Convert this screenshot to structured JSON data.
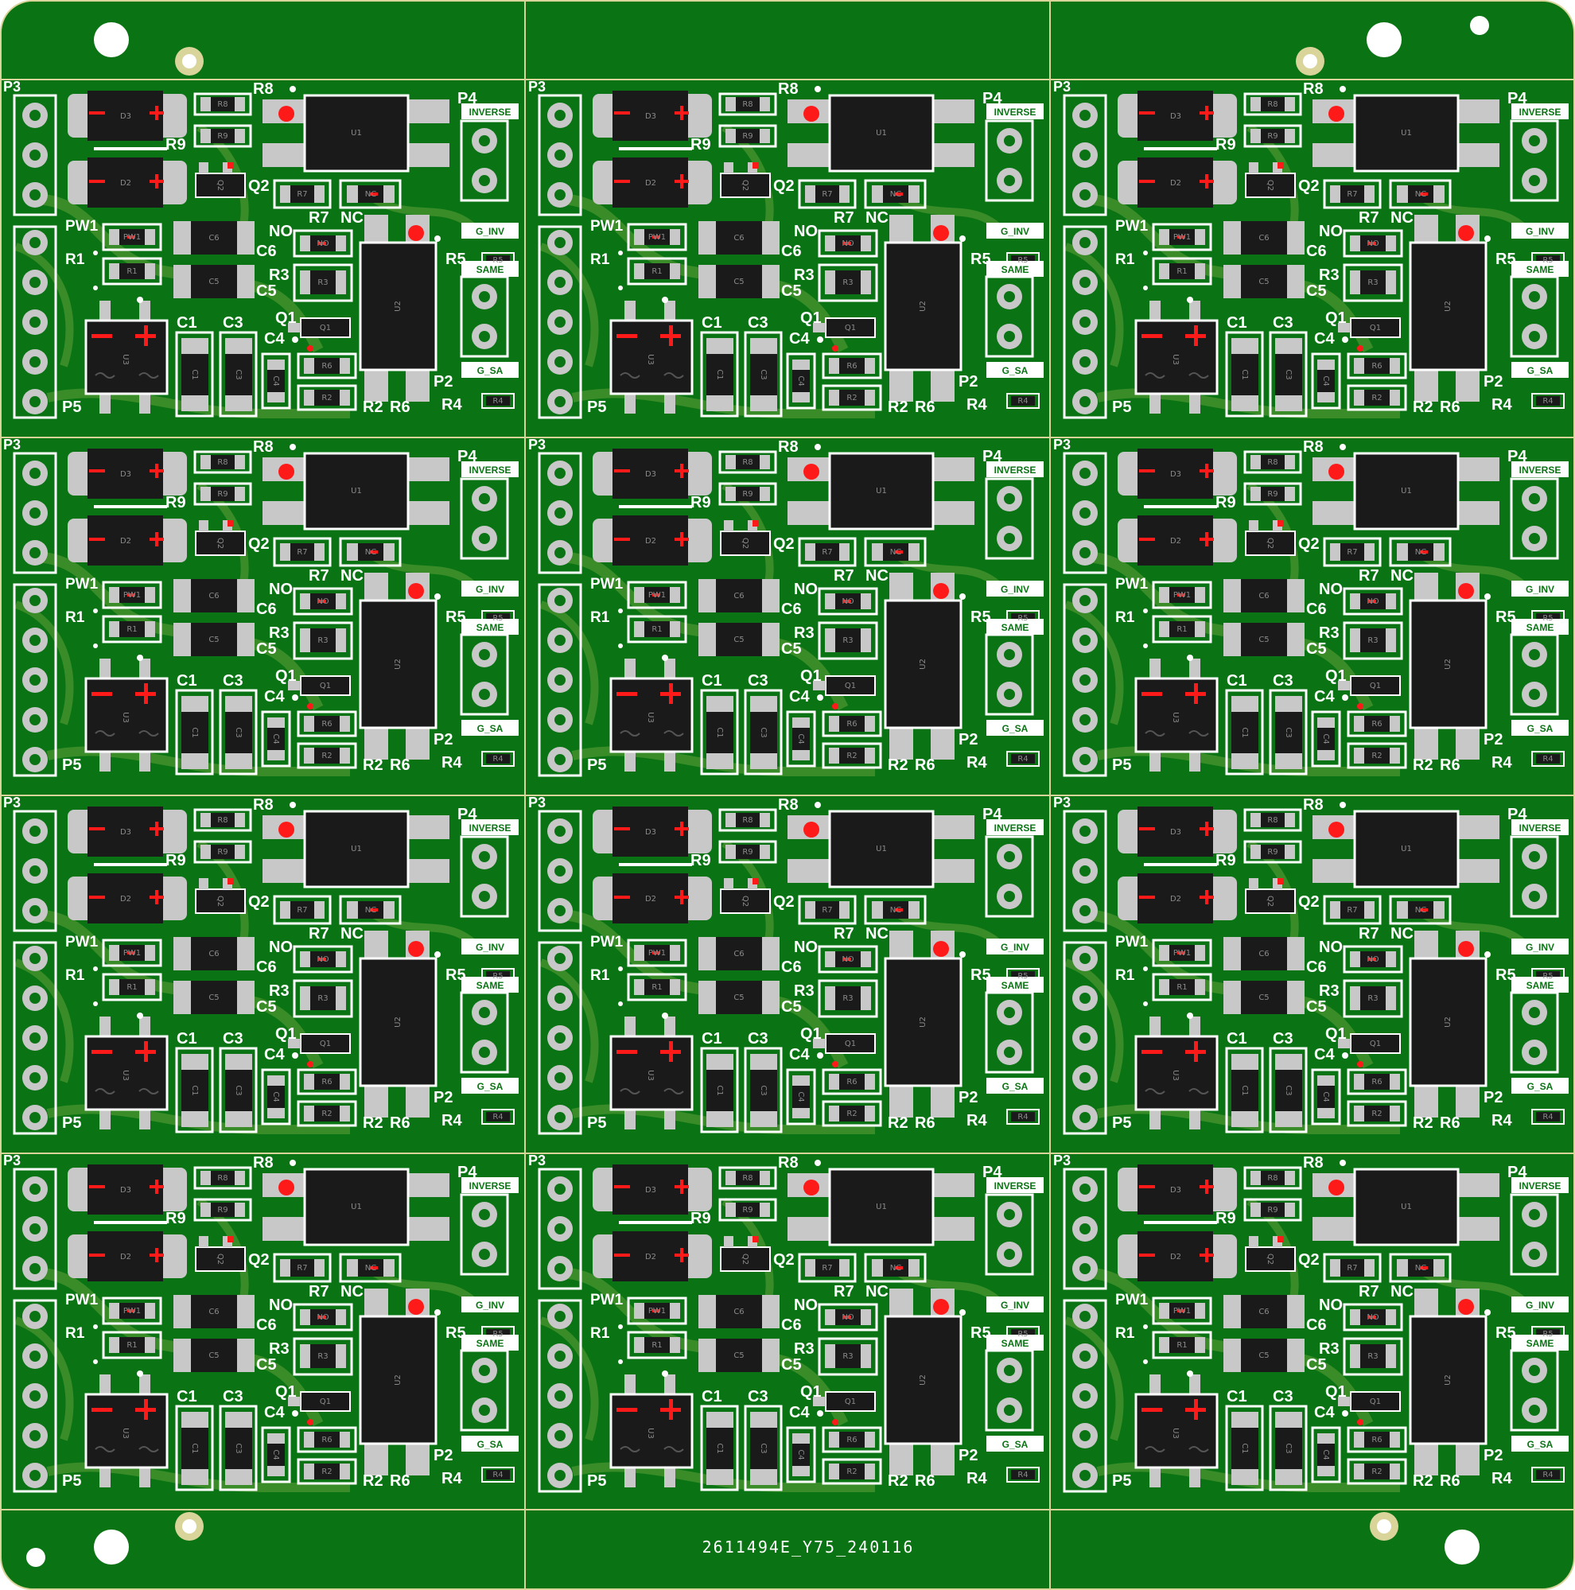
{
  "board": {
    "panel_code": "2611494E_Y75_240116",
    "colors": {
      "substrate": "#0a7414",
      "copper": "#3f8f2a",
      "edge": "#d9d49a",
      "pad": "#c8c8c8",
      "component": "#1a1a1a",
      "silkscreen": "#ffffff",
      "marker": "#ff1a1a"
    }
  },
  "module": {
    "labels": {
      "p3": "P3",
      "p4": "P4",
      "p5": "P5",
      "p2": "P2",
      "r8": "R8",
      "r9": "R9",
      "q2": "Q2",
      "r7": "R7",
      "nc": "NC",
      "pw1": "PW1",
      "r1": "R1",
      "no": "NO",
      "c6": "C6",
      "c5": "C5",
      "r3": "R3",
      "r5": "R5",
      "c1": "C1",
      "c3": "C3",
      "q1": "Q1",
      "c4": "C4",
      "r4": "R4",
      "r2": "R2",
      "r6": "R6"
    },
    "tags": {
      "inverse": "INVERSE",
      "g_inv": "G_INV",
      "same": "SAME",
      "g_sa": "G_SA"
    },
    "parts": {
      "d3": "D3",
      "d2": "D2",
      "u1": "U1",
      "u2": "U2",
      "u3": "U3",
      "r8": "R8",
      "r9": "R9",
      "r7": "R7",
      "nc": "NC",
      "pw1": "PW1",
      "r1": "R1",
      "c6": "C6",
      "c5": "C5",
      "no": "NO",
      "r3": "R3",
      "r5": "R5",
      "q1": "Q1",
      "q2": "Q2",
      "c1": "C1",
      "c3": "C3",
      "c4": "C4",
      "r4": "R4",
      "r2": "R2",
      "r6": "R6"
    }
  },
  "grid": {
    "columns": 3,
    "rows": 4
  }
}
